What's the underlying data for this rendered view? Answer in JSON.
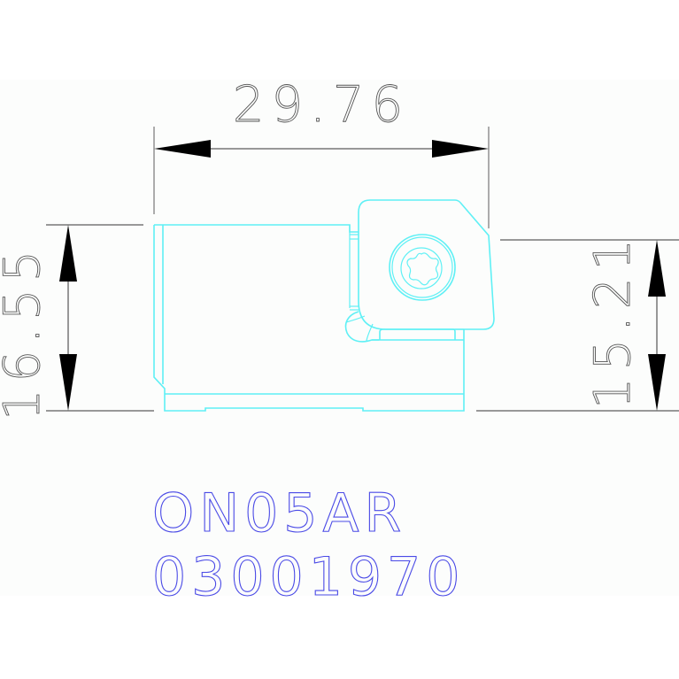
{
  "drawing": {
    "title": "Tool holder cartridge technical drawing",
    "colors": {
      "background": "#ffffff",
      "band": "#fcfdfc",
      "part_outline": "#5ff0f5",
      "dimension_lines": "#8a8a8a",
      "dimension_text": "#555555",
      "arrowheads": "#000000",
      "label_text": "#4a4ae6"
    },
    "dimensions": {
      "width": {
        "value": "29.76",
        "orientation": "horizontal"
      },
      "left_height": {
        "value": "16.55",
        "orientation": "vertical"
      },
      "right_height": {
        "value": "15.21",
        "orientation": "vertical"
      }
    },
    "labels": {
      "model": "ON05AR",
      "part_number": "03001970"
    },
    "features": {
      "screw_icon": "torx-screw-icon",
      "insert": "square-insert-with-chamfer"
    }
  }
}
